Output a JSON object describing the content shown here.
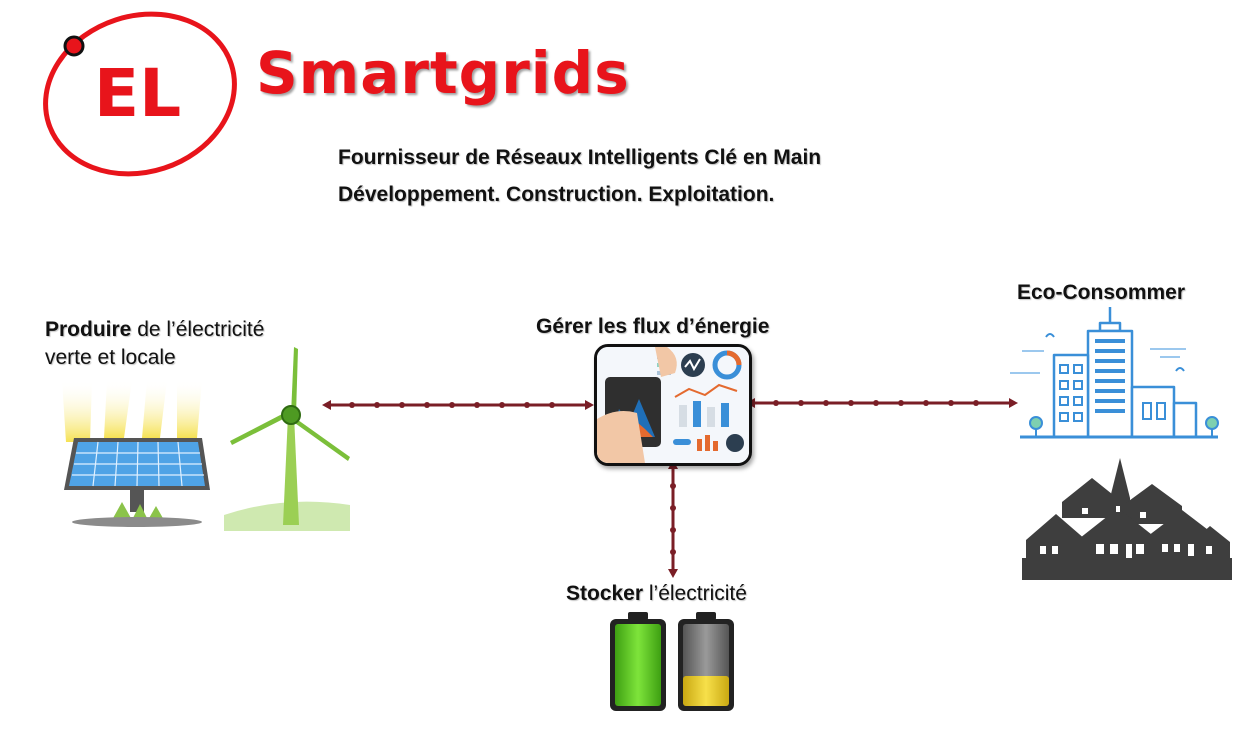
{
  "header": {
    "logo_text": "EL",
    "brand_name": "Smartgrids",
    "tagline_1": "Fournisseur de Réseaux Intelligents Clé en Main",
    "tagline_2": "Développement. Construction. Exploitation."
  },
  "nodes": {
    "produce": {
      "bold": "Produire",
      "rest": " de l’électricité",
      "line2": "verte et locale",
      "icons": [
        "solar-panel-icon",
        "wind-turbine-icon"
      ]
    },
    "manage": {
      "label": "Gérer les flux d’énergie",
      "icon": "dashboard-icon"
    },
    "consume": {
      "label": "Eco-Consommer",
      "icons": [
        "city-building-icon",
        "village-icon"
      ]
    },
    "store": {
      "bold": "Stocker",
      "rest": " l’électricité",
      "icons": [
        "battery-full-icon",
        "battery-low-icon"
      ]
    }
  },
  "colors": {
    "brand_red": "#e8141b",
    "connector": "#7a1e26",
    "battery_green": "#5fcf23",
    "battery_yellow": "#f2d42b",
    "building_blue": "#3a8fd8",
    "village_gray": "#3e3e3e"
  }
}
